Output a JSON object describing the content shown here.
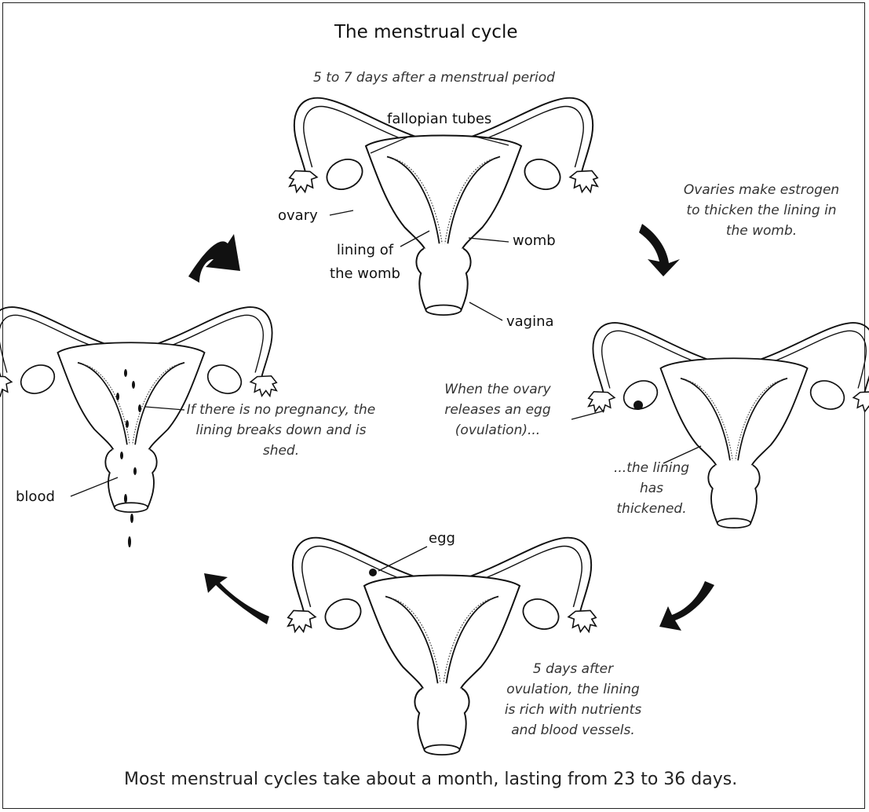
{
  "title": "The menstrual cycle",
  "top_caption": "5 to 7 days after a menstrual period",
  "labels": {
    "fallopian_tubes": "fallopian tubes",
    "ovary": "ovary",
    "lining_of_the_womb": "lining of the womb",
    "womb": "womb",
    "vagina": "vagina",
    "blood": "blood",
    "egg": "egg"
  },
  "notes": {
    "estrogen": "Ovaries make estrogen to thicken the lining in the womb.",
    "ovulation": "When the ovary releases an egg (ovulation)...",
    "thickened": "...the lining has thickened.",
    "nutrients": "5 days after ovulation, the lining is rich with nutrients and blood vessels.",
    "shed": "If there is no pregnancy, the lining breaks down and is shed."
  },
  "footer": "Most menstrual cycles take about a month, lasting from 23 to 36 days."
}
